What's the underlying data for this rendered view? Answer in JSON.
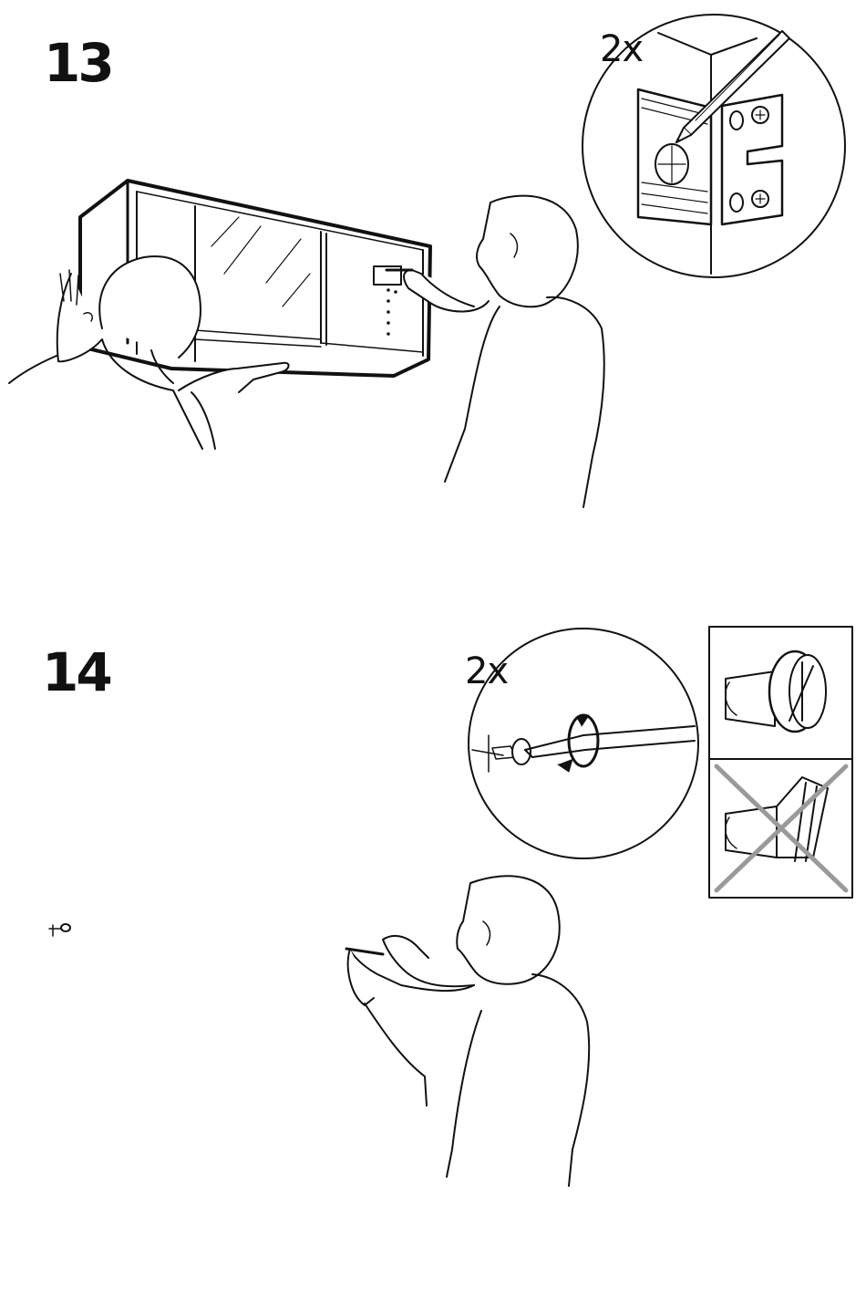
{
  "steps": [
    {
      "number": "13",
      "detail_quantity": "2x",
      "illustrations": [
        "wall-cabinet",
        "person-holding-cabinet",
        "person-marking-holes",
        "pencil-icon",
        "wall-bracket-icon"
      ]
    },
    {
      "number": "14",
      "detail_quantity": "2x",
      "illustrations": [
        "screwdriver-icon",
        "rotation-arrow-icon",
        "screw-correct-icon",
        "screw-incorrect-icon",
        "cross-icon",
        "wall-plug-icon",
        "person-screwing"
      ]
    }
  ],
  "colors": {
    "ink": "#111111",
    "cross": "#9a9a9a",
    "background": "#ffffff"
  }
}
